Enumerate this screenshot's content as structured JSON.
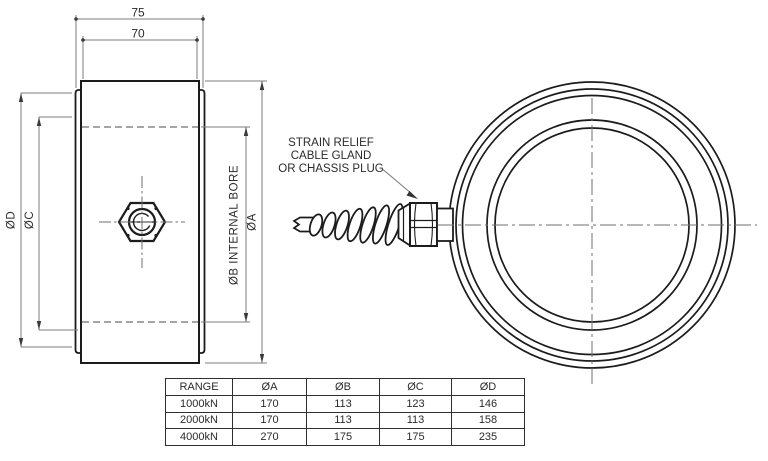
{
  "drawing": {
    "type": "load-cell dimensional drawing",
    "dims": {
      "width_outer": "75",
      "width_inner": "70",
      "dia_d": "ØD",
      "dia_c": "ØC",
      "dia_b": "ØB INTERNAL BORE",
      "dia_a": "ØA"
    },
    "annotation": {
      "line1": "STRAIN RELIEF",
      "line2": "CABLE GLAND",
      "line3": "OR CHASSIS PLUG"
    }
  },
  "table": {
    "headers": [
      "RANGE",
      "ØA",
      "ØB",
      "ØC",
      "ØD"
    ],
    "rows": [
      [
        "1000kN",
        "170",
        "113",
        "123",
        "146"
      ],
      [
        "2000kN",
        "170",
        "113",
        "113",
        "158"
      ],
      [
        "4000kN",
        "270",
        "175",
        "175",
        "235"
      ]
    ]
  },
  "colors": {
    "outline": "#1c1c1c",
    "thin_line": "#7d7d7d",
    "center_line": "#6f6f6f",
    "text": "#2b2b2b",
    "background": "#ffffff"
  }
}
